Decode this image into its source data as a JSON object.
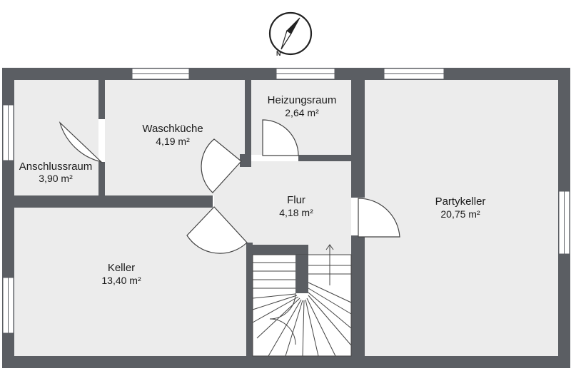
{
  "compass": {
    "label": "N"
  },
  "rooms": {
    "anschlussraum": {
      "name": "Anschlussraum",
      "area": "3,90 m²"
    },
    "waschkueche": {
      "name": "Waschküche",
      "area": "4,19 m²"
    },
    "heizungsraum": {
      "name": "Heizungsraum",
      "area": "2,64 m²"
    },
    "flur": {
      "name": "Flur",
      "area": "4,18 m²"
    },
    "partykeller": {
      "name": "Partykeller",
      "area": "20,75 m²"
    },
    "keller": {
      "name": "Keller",
      "area": "13,40 m²"
    }
  },
  "colors": {
    "floor": "#ececec",
    "wall": "#5b5e63",
    "line": "#444444",
    "window": "#ffffff"
  }
}
